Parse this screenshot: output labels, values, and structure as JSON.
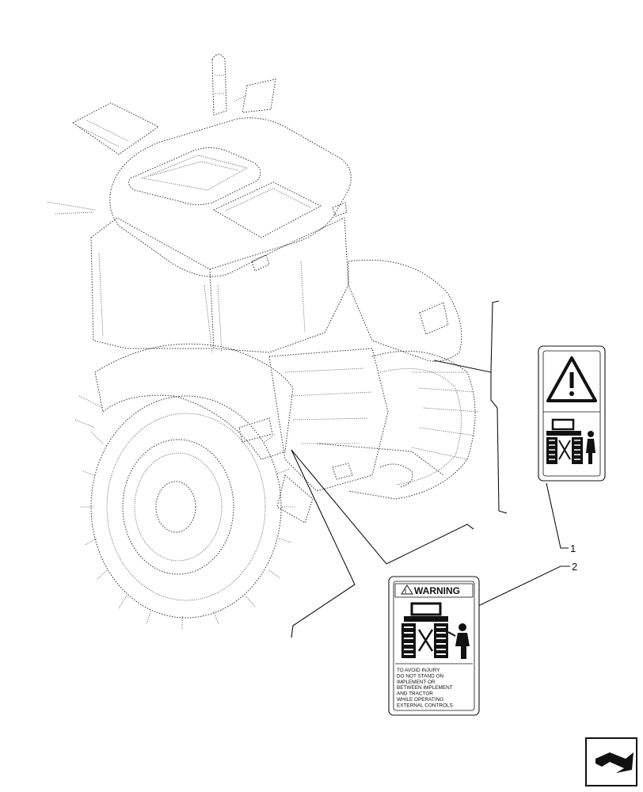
{
  "callouts": [
    {
      "number": "1",
      "item": "decal-general-warning"
    },
    {
      "number": "2",
      "item": "decal-implement-warning"
    }
  ],
  "decal_2": {
    "header": "WARNING",
    "lines": [
      "TO AVOID INJURY",
      "DO NOT STAND ON",
      "IMPLEMENT OR",
      "BETWEEN IMPLEMENT",
      "AND TRACTOR",
      "WHILE OPERATING",
      "EXTERNAL CONTROLS."
    ]
  },
  "icons": {
    "decal_1_top": "warning-triangle-icon",
    "decal_1_bottom": "tractor-person-pictogram",
    "nav": "next-page-arrow-icon"
  }
}
